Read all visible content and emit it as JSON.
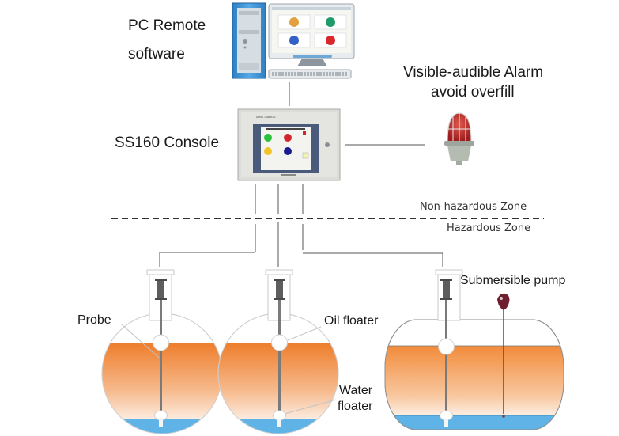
{
  "labels": {
    "pc_remote_line1": "PC Remote",
    "pc_remote_line2": "software",
    "console": "SS160 Console",
    "alarm_line1": "Visible-audible Alarm",
    "alarm_line2": "avoid overfill",
    "non_hazardous_zone": "Non-hazardous Zone",
    "hazardous_zone": "Hazardous Zone",
    "probe": "Probe",
    "oil_floater": "Oil floater",
    "water_floater_line1": "Water",
    "water_floater_line2": "floater",
    "submersible_pump": "Submersible pump"
  },
  "colors": {
    "oil": "#f08a3c",
    "water": "#5fb3e6",
    "pc_case": "#3a8fd4",
    "alarm_red": "#c0282a",
    "line": "#555555"
  },
  "components": [
    {
      "name": "PC remote workstation",
      "screen_tiles": [
        "orange",
        "green",
        "blue",
        "red"
      ]
    },
    {
      "name": "SS160 console",
      "screen_indicators": [
        "green",
        "red",
        "yellow",
        "blue"
      ]
    },
    {
      "name": "Alarm beacon"
    },
    {
      "name": "Spherical tank 1"
    },
    {
      "name": "Spherical tank 2"
    },
    {
      "name": "Horizontal cylindrical tank"
    }
  ]
}
